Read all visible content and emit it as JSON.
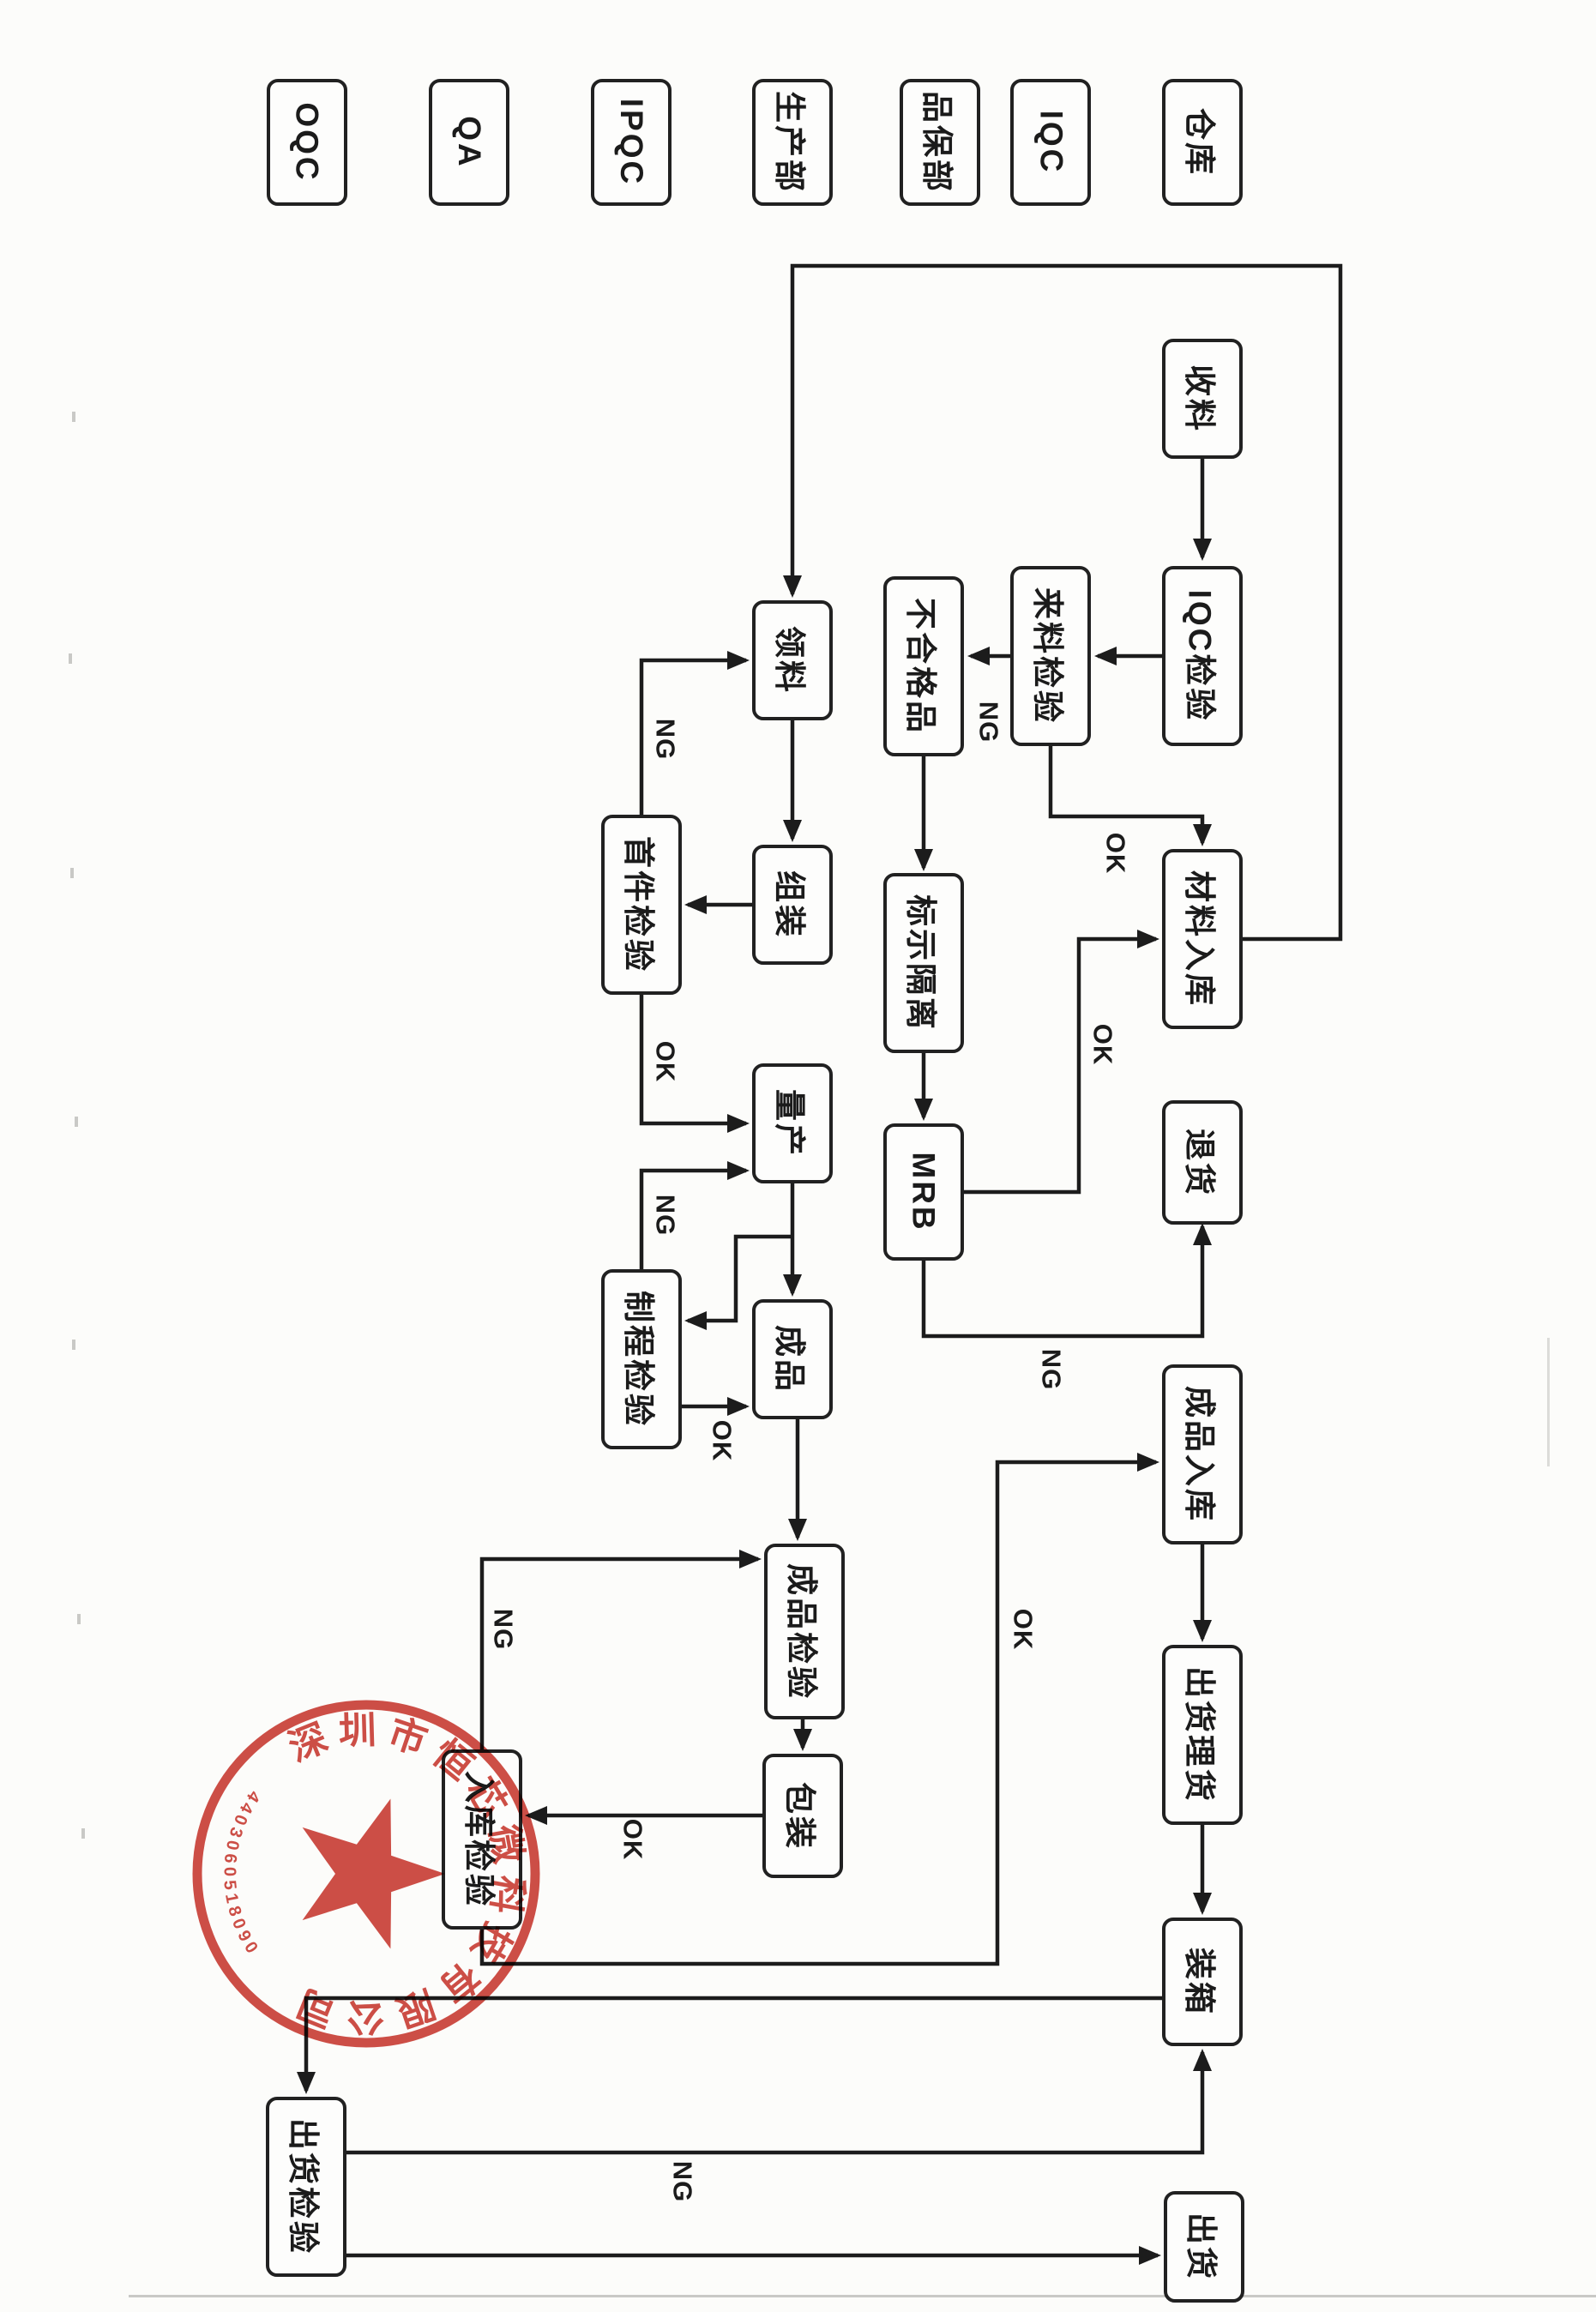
{
  "lanes": [
    {
      "label": "OQC"
    },
    {
      "label": "QA"
    },
    {
      "label": "IPQC"
    },
    {
      "label": "生产部"
    },
    {
      "label": "品保部"
    },
    {
      "label": "IQC"
    },
    {
      "label": "仓库"
    }
  ],
  "nodes": {
    "receive_material": "收料",
    "iqc_inspection": "IQC检验",
    "incoming_inspection": "来料检验",
    "nonconforming_product": "不合格品",
    "material_warehousing": "材料入库",
    "mark_isolate": "标示隔离",
    "mrb": "MRB",
    "return_goods": "退货",
    "material_requisition": "领料",
    "assembly": "组装",
    "first_article_inspection": "首件检验",
    "mass_production": "量产",
    "in_process_inspection": "制程检验",
    "finished_product": "成品",
    "finished_product_inspection": "成品检验",
    "packing": "包装",
    "warehousing_inspection": "入库检验",
    "finished_goods_warehousing": "成品入库",
    "shipment_tally": "出货理货",
    "boxing": "装箱",
    "outgoing_inspection": "出货检验",
    "shipment": "出货"
  },
  "edge_labels": {
    "ng": "NG",
    "ok": "OK"
  },
  "edges": [
    {
      "from": "收料",
      "to": "IQC检验",
      "label": ""
    },
    {
      "from": "IQC检验",
      "to": "来料检验",
      "label": ""
    },
    {
      "from": "来料检验",
      "to": "不合格品",
      "label": "NG"
    },
    {
      "from": "来料检验",
      "to": "材料入库",
      "label": "OK"
    },
    {
      "from": "不合格品",
      "to": "标示隔离",
      "label": ""
    },
    {
      "from": "标示隔离",
      "to": "MRB",
      "label": ""
    },
    {
      "from": "MRB",
      "to": "材料入库",
      "label": "OK"
    },
    {
      "from": "MRB",
      "to": "退货",
      "label": "NG"
    },
    {
      "from": "材料入库",
      "to": "领料",
      "label": ""
    },
    {
      "from": "领料",
      "to": "组装",
      "label": ""
    },
    {
      "from": "组装",
      "to": "首件检验",
      "label": ""
    },
    {
      "from": "首件检验",
      "to": "领料",
      "label": "NG"
    },
    {
      "from": "首件检验",
      "to": "量产",
      "label": "OK"
    },
    {
      "from": "量产",
      "to": "制程检验",
      "label": ""
    },
    {
      "from": "制程检验",
      "to": "量产",
      "label": "NG"
    },
    {
      "from": "制程检验",
      "to": "成品",
      "label": "OK"
    },
    {
      "from": "量产",
      "to": "成品",
      "label": ""
    },
    {
      "from": "成品",
      "to": "成品检验",
      "label": ""
    },
    {
      "from": "成品检验",
      "to": "包装",
      "label": ""
    },
    {
      "from": "包装",
      "to": "入库检验",
      "label": "OK"
    },
    {
      "from": "入库检验",
      "to": "成品检验",
      "label": "NG"
    },
    {
      "from": "入库检验",
      "to": "成品入库",
      "label": "OK"
    },
    {
      "from": "成品入库",
      "to": "出货理货",
      "label": ""
    },
    {
      "from": "出货理货",
      "to": "装箱",
      "label": ""
    },
    {
      "from": "装箱",
      "to": "出货检验",
      "label": ""
    },
    {
      "from": "出货检验",
      "to": "装箱",
      "label": "NG"
    },
    {
      "from": "出货检验",
      "to": "出货",
      "label": ""
    }
  ],
  "stamp": {
    "company": "深圳市恒芯微科技有限公司",
    "number": "4403060518090",
    "color": "#c5291f"
  },
  "colors": {
    "ink": "#1c1c1c",
    "paper": "#fcfcfa"
  }
}
